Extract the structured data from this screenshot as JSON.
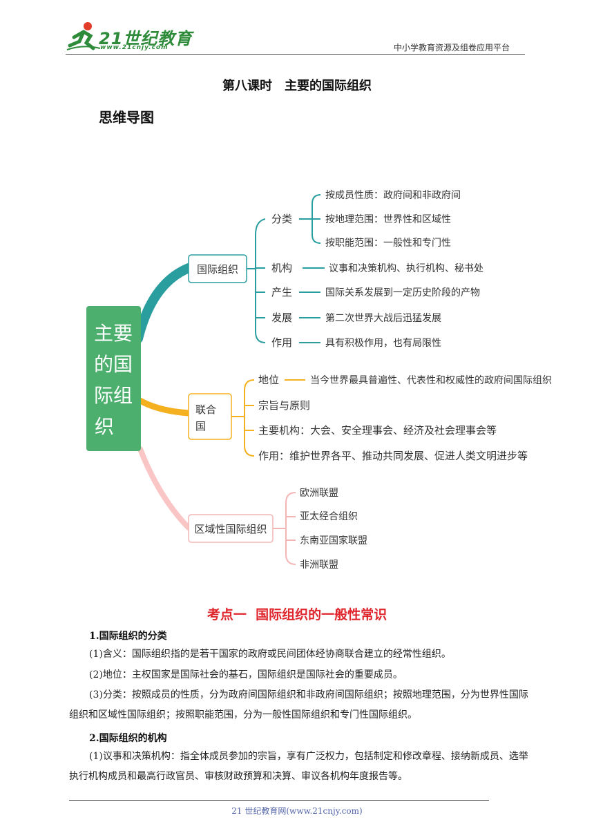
{
  "header": {
    "logo_text": "21世纪教育",
    "logo_url": "www.21cnjy.com",
    "right_text": "中小学教育资源及组卷应用平台"
  },
  "title": "第八课时　主要的国际组织",
  "section_title": "思维导图",
  "mindmap": {
    "root": [
      "主要",
      "的国",
      "际组",
      "织"
    ],
    "branch1": {
      "label": "国际组织",
      "color": "#2a9d9f",
      "items": [
        {
          "label": "分类",
          "subs": [
            "按成员性质：政府间和非政府间",
            "按地理范围：世界性和区域性",
            "按职能范围：一般性和专门性"
          ]
        },
        {
          "label": "机构",
          "detail": "议事和决策机构、执行机构、秘书处"
        },
        {
          "label": "产生",
          "detail": "国际关系发展到一定历史阶段的产物"
        },
        {
          "label": "发展",
          "detail": "第二次世界大战后迅猛发展"
        },
        {
          "label": "作用",
          "detail": "具有积极作用，也有局限性"
        }
      ]
    },
    "branch2": {
      "label_line1": "联合",
      "label_line2": "国",
      "color": "#f5b020",
      "items": [
        {
          "label": "地位",
          "detail": "当今世界最具普遍性、代表性和权威性的政府间国际组织"
        },
        {
          "label": "宗旨与原则"
        },
        {
          "label": "主要机构：大会、安全理事会、经济及社会理事会等"
        },
        {
          "label": "作用：维护世界各平、推动共同发展、促进人类文明进步等"
        }
      ]
    },
    "branch3": {
      "label": "区域性国际组织",
      "color": "#f4b5b5",
      "items": [
        "欧洲联盟",
        "亚太经合组织",
        "东南亚国家联盟",
        "非洲联盟"
      ]
    },
    "root_color": "#4caf6e"
  },
  "kaodian": "考点一  国际组织的一般性常识",
  "content": {
    "h1": "1.国际组织的分类",
    "p1": "(1)含义：国际组织指的是若干国家的政府或民间团体经协商联合建立的经常性组织。",
    "p2": "(2)地位：主权国家是国际社会的基石，国际组织是国际社会的重要成员。",
    "p3": "(3)分类：按照成员的性质，分为政府间国际组织和非政府间国际组织；按照地理范围，分为世界性国际组织和区域性国际组织；按照职能范围，分为一般性国际组织和专门性国际组织。",
    "h2": "2.国际组织的机构",
    "p4": "(1)议事和决策机构：指全体成员参加的宗旨，享有广泛权力，包括制定和修改章程、接纳新成员、选举执行机构成员和最高行政官员、审核财政预算和决算、审议各机构年度报告等。"
  },
  "footer": "21 世纪教育网(www.21cnjy.com)"
}
